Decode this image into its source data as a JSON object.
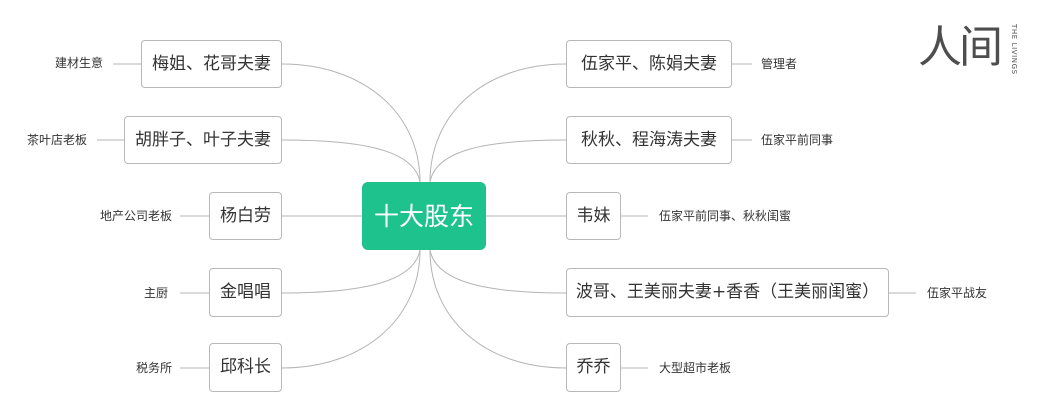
{
  "center": {
    "label": "十大股东"
  },
  "left_branches": [
    {
      "name": "梅姐、花哥夫妻",
      "note": "建材生意"
    },
    {
      "name": "胡胖子、叶子夫妻",
      "note": "茶叶店老板"
    },
    {
      "name": "杨白劳",
      "note": "地产公司老板"
    },
    {
      "name": "金唱唱",
      "note": "主厨"
    },
    {
      "name": "邱科长",
      "note": "税务所"
    }
  ],
  "right_branches": [
    {
      "name": "伍家平、陈娟夫妻",
      "note": "管理者"
    },
    {
      "name": "秋秋、程海涛夫妻",
      "note": "伍家平前同事"
    },
    {
      "name": "韦妹",
      "note": "伍家平前同事、秋秋闺蜜"
    },
    {
      "name": "波哥、王美丽夫妻+香香（王美丽闺蜜）",
      "note": "伍家平战友"
    },
    {
      "name": "乔乔",
      "note": "大型超市老板"
    }
  ],
  "logo": {
    "cn": "人间",
    "en": "THE LIVINGS"
  },
  "colors": {
    "accent": "#1ec28d",
    "accent_text": "#ffffff",
    "node_border": "#b8b8b8",
    "link": "#b4b4b4",
    "text": "#333333",
    "logo": "#4e4e4e"
  }
}
